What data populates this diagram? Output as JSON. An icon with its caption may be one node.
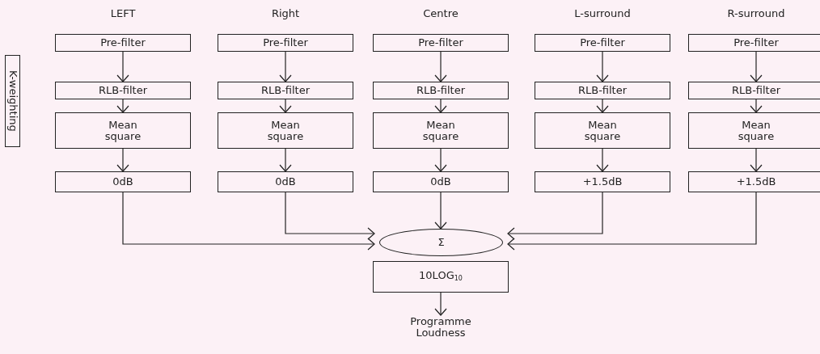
{
  "diagram": {
    "nodes": [
      {
        "text": [
          "K-weighting"
        ]
      },
      {
        "text": [
          "Pre-filter"
        ]
      },
      {
        "text": [
          "RLB-filter"
        ]
      },
      {
        "text": [
          "Mean square"
        ]
      },
      {
        "text": [
          "0dB"
        ]
      },
      {
        "text": [
          "Pre-filter"
        ]
      },
      {
        "text": [
          "RLB-filter"
        ]
      },
      {
        "text": [
          "Mean square"
        ]
      },
      {
        "text": [
          "0dB"
        ]
      },
      {
        "text": [
          "Pre-filter"
        ]
      },
      {
        "text": [
          "RLB-filter"
        ]
      },
      {
        "text": [
          "Mean square"
        ]
      },
      {
        "text": [
          "0dB"
        ]
      },
      {
        "text": [
          "Pre-filter"
        ]
      },
      {
        "text": [
          "RLB-filter"
        ]
      },
      {
        "text": [
          "Mean square"
        ]
      },
      {
        "text": [
          "+1.5dB"
        ]
      },
      {
        "text": [
          "Pre-filter"
        ]
      },
      {
        "text": [
          "RLB-filter"
        ]
      },
      {
        "text": [
          "Mean square"
        ]
      },
      {
        "text": [
          "+1.5dB"
        ]
      },
      {
        "text": [
          "Σ"
        ]
      },
      {
        "text": [
          "10LOG$_{10}$"
        ]
      },
      {
        "text": [
          "Programme Loudness"
        ]
      }
    ],
    "edges": [
      {
        "from": 1,
        "to": 2,
        "arrow": "to"
      },
      {
        "from": 2,
        "to": 3,
        "arrow": "to"
      },
      {
        "from": 3,
        "to": 4,
        "arrow": "to"
      },
      {
        "from": 5,
        "to": 6,
        "arrow": "to"
      },
      {
        "from": 6,
        "to": 7,
        "arrow": "to"
      },
      {
        "from": 7,
        "to": 8,
        "arrow": "to"
      },
      {
        "from": 9,
        "to": 10,
        "arrow": "to"
      },
      {
        "from": 10,
        "to": 11,
        "arrow": "to"
      },
      {
        "from": 11,
        "to": 12,
        "arrow": "to"
      },
      {
        "from": 13,
        "to": 14,
        "arrow": "to"
      },
      {
        "from": 14,
        "to": 15,
        "arrow": "to"
      },
      {
        "from": 15,
        "to": 16,
        "arrow": "to"
      },
      {
        "from": 17,
        "to": 18,
        "arrow": "to"
      },
      {
        "from": 18,
        "to": 19,
        "arrow": "to"
      },
      {
        "from": 19,
        "to": 20,
        "arrow": "to"
      },
      {
        "from": 4,
        "to": 21,
        "arrow": "to"
      },
      {
        "from": 8,
        "to": 21,
        "arrow": "to"
      },
      {
        "from": 12,
        "to": 21,
        "arrow": "to"
      },
      {
        "from": 16,
        "to": 21,
        "arrow": "to"
      },
      {
        "from": 20,
        "to": 21,
        "arrow": "to"
      },
      {
        "from": 22,
        "to": 23,
        "arrow": "to"
      }
    ],
    "labels": [
      "LEFT",
      "Right",
      "Centre",
      "L-surround",
      "R-surround"
    ]
  }
}
